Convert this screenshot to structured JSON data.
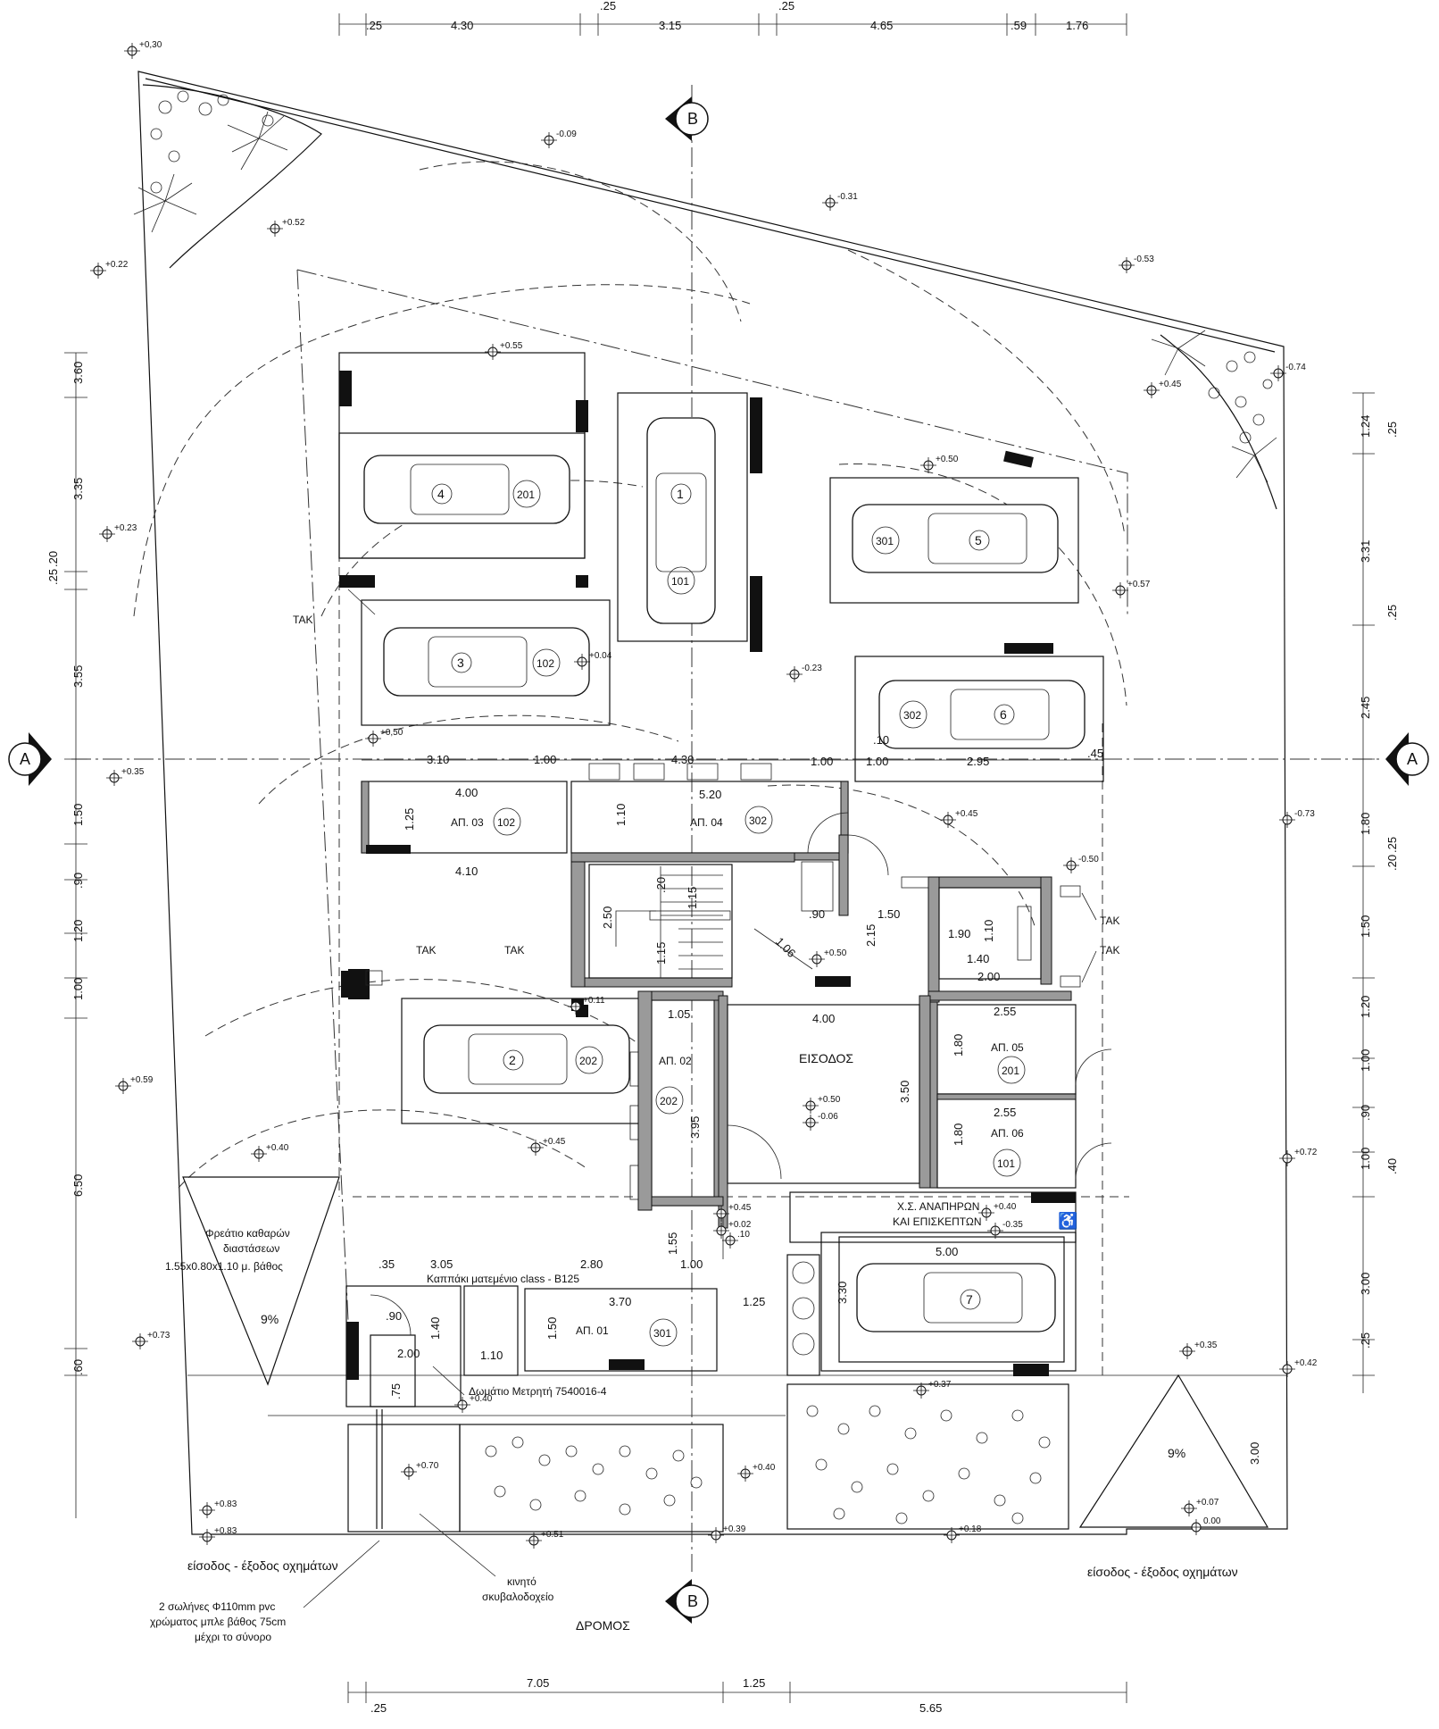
{
  "dims": {
    "top": [
      ".25",
      "4.30",
      ".25",
      "3.15",
      ".25",
      "4.65",
      ".59",
      "1.76"
    ],
    "bottom": [
      ".25",
      "7.05",
      "1.25",
      "5.65"
    ],
    "left": [
      "3.60",
      "3.35",
      ".20",
      ".25",
      "3.55",
      "1.50",
      ".90",
      "1.20",
      "1.00",
      "6.50",
      ".60"
    ],
    "right": [
      "1.24",
      ".25",
      "3.31",
      ".25",
      "2.45",
      "1.80",
      ".20",
      ".25",
      "1.50",
      "1.20",
      "1.00",
      ".90",
      "1.00",
      ".40",
      "3.00",
      ".25",
      "3.00"
    ],
    "interior": [
      "3.10",
      "1.00",
      "4.30",
      "1.00",
      "1.00",
      "2.95",
      ".10",
      ".45",
      "4.00",
      "5.20",
      "1.25",
      "1.10",
      "4.10",
      "2.50",
      ".20",
      "1.15",
      "1.15",
      "1.06",
      ".90",
      "1.50",
      "2.15",
      "1.90",
      "1.10",
      "1.40",
      "2.00",
      "1.05",
      "4.00",
      "3.95",
      "3.50",
      "2.55",
      "1.80",
      "2.55",
      "1.80",
      ".35",
      "3.05",
      "2.80",
      "1.55",
      "1.00",
      "3.70",
      "1.25",
      "1.50",
      ".90",
      "1.40",
      "2.00",
      "1.10",
      ".75",
      "3.30",
      "5.00"
    ]
  },
  "levels": [
    "+0,30",
    "-0.09",
    "-0.31",
    "+0.52",
    "+0.22",
    "-0.53",
    "+0.55",
    "+0.45",
    "-0.74",
    "+0.50",
    "+0.23",
    "+0.57",
    "+0.04",
    "-0.23",
    "+0,50",
    "+0.35",
    "-0.73",
    "+0.45",
    "-0.50",
    "+0.50",
    "+0.11",
    "+0.59",
    "+0.40",
    "+0.45",
    "+0.50",
    "-0.06",
    "+0.45",
    "+0.02",
    "+0.40",
    "-0.35",
    "+0.72",
    "+0.73",
    "+0.35",
    "+0.42",
    "+0.40",
    "+0.37",
    "+0.70",
    "+0.40",
    "+0.83",
    "+0.83",
    "+0.51",
    "+0.39",
    "+0.18",
    "+0.07",
    "0.00",
    ".10"
  ],
  "sections": {
    "a_left": "A",
    "a_right": "A",
    "b_top": "B",
    "b_bottom": "B"
  },
  "tak_label": "ΤΑΚ",
  "parking": [
    {
      "num": "1",
      "apt": "101"
    },
    {
      "num": "2",
      "apt": "202"
    },
    {
      "num": "3",
      "apt": "102"
    },
    {
      "num": "4",
      "apt": "201"
    },
    {
      "num": "5",
      "apt": "301"
    },
    {
      "num": "6",
      "apt": "302"
    },
    {
      "num": "7",
      "apt": ""
    }
  ],
  "storage": [
    {
      "label": "ΑΠ. 03",
      "apt": "102"
    },
    {
      "label": "ΑΠ. 04",
      "apt": "302"
    },
    {
      "label": "ΑΠ. 02",
      "apt": "202"
    },
    {
      "label": "ΑΠ. 05",
      "apt": "201"
    },
    {
      "label": "ΑΠ. 06",
      "apt": "101"
    },
    {
      "label": "ΑΠ. 01",
      "apt": "301"
    }
  ],
  "entrance": "ΕΙΣΟΔΟΣ",
  "wc_line1": "Χ.Σ. ΑΝΑΠΗΡΩΝ",
  "wc_line2": "ΚΑΙ ΕΠΙΣΚΕΠΤΩΝ",
  "notes": {
    "manhole_1": "Φρεάτιο καθαρών",
    "manhole_2": "διαστάσεων",
    "manhole_3": "1.55x0.80x1.10 μ. βάθος",
    "slope_left": "9%",
    "slope_right": "9%",
    "cover": "Καππάκι ματεμένιο class - B125",
    "meter": "Δωμάτιο Μετρητή 7540016-4",
    "vehicle_left": "είσοδος - έξοδος οχημάτων",
    "vehicle_right": "είσοδος - έξοδος οχημάτων",
    "pipes_1": "2 σωλήνες Φ110mm pvc",
    "pipes_2": "χρώματος μπλε βάθος 75cm",
    "pipes_3": "μέχρι το σύνορο",
    "bin_1": "κινητό",
    "bin_2": "σκυβαλοδοχείο",
    "road": "ΔΡΟΜΟΣ",
    "accessible": "♿"
  }
}
